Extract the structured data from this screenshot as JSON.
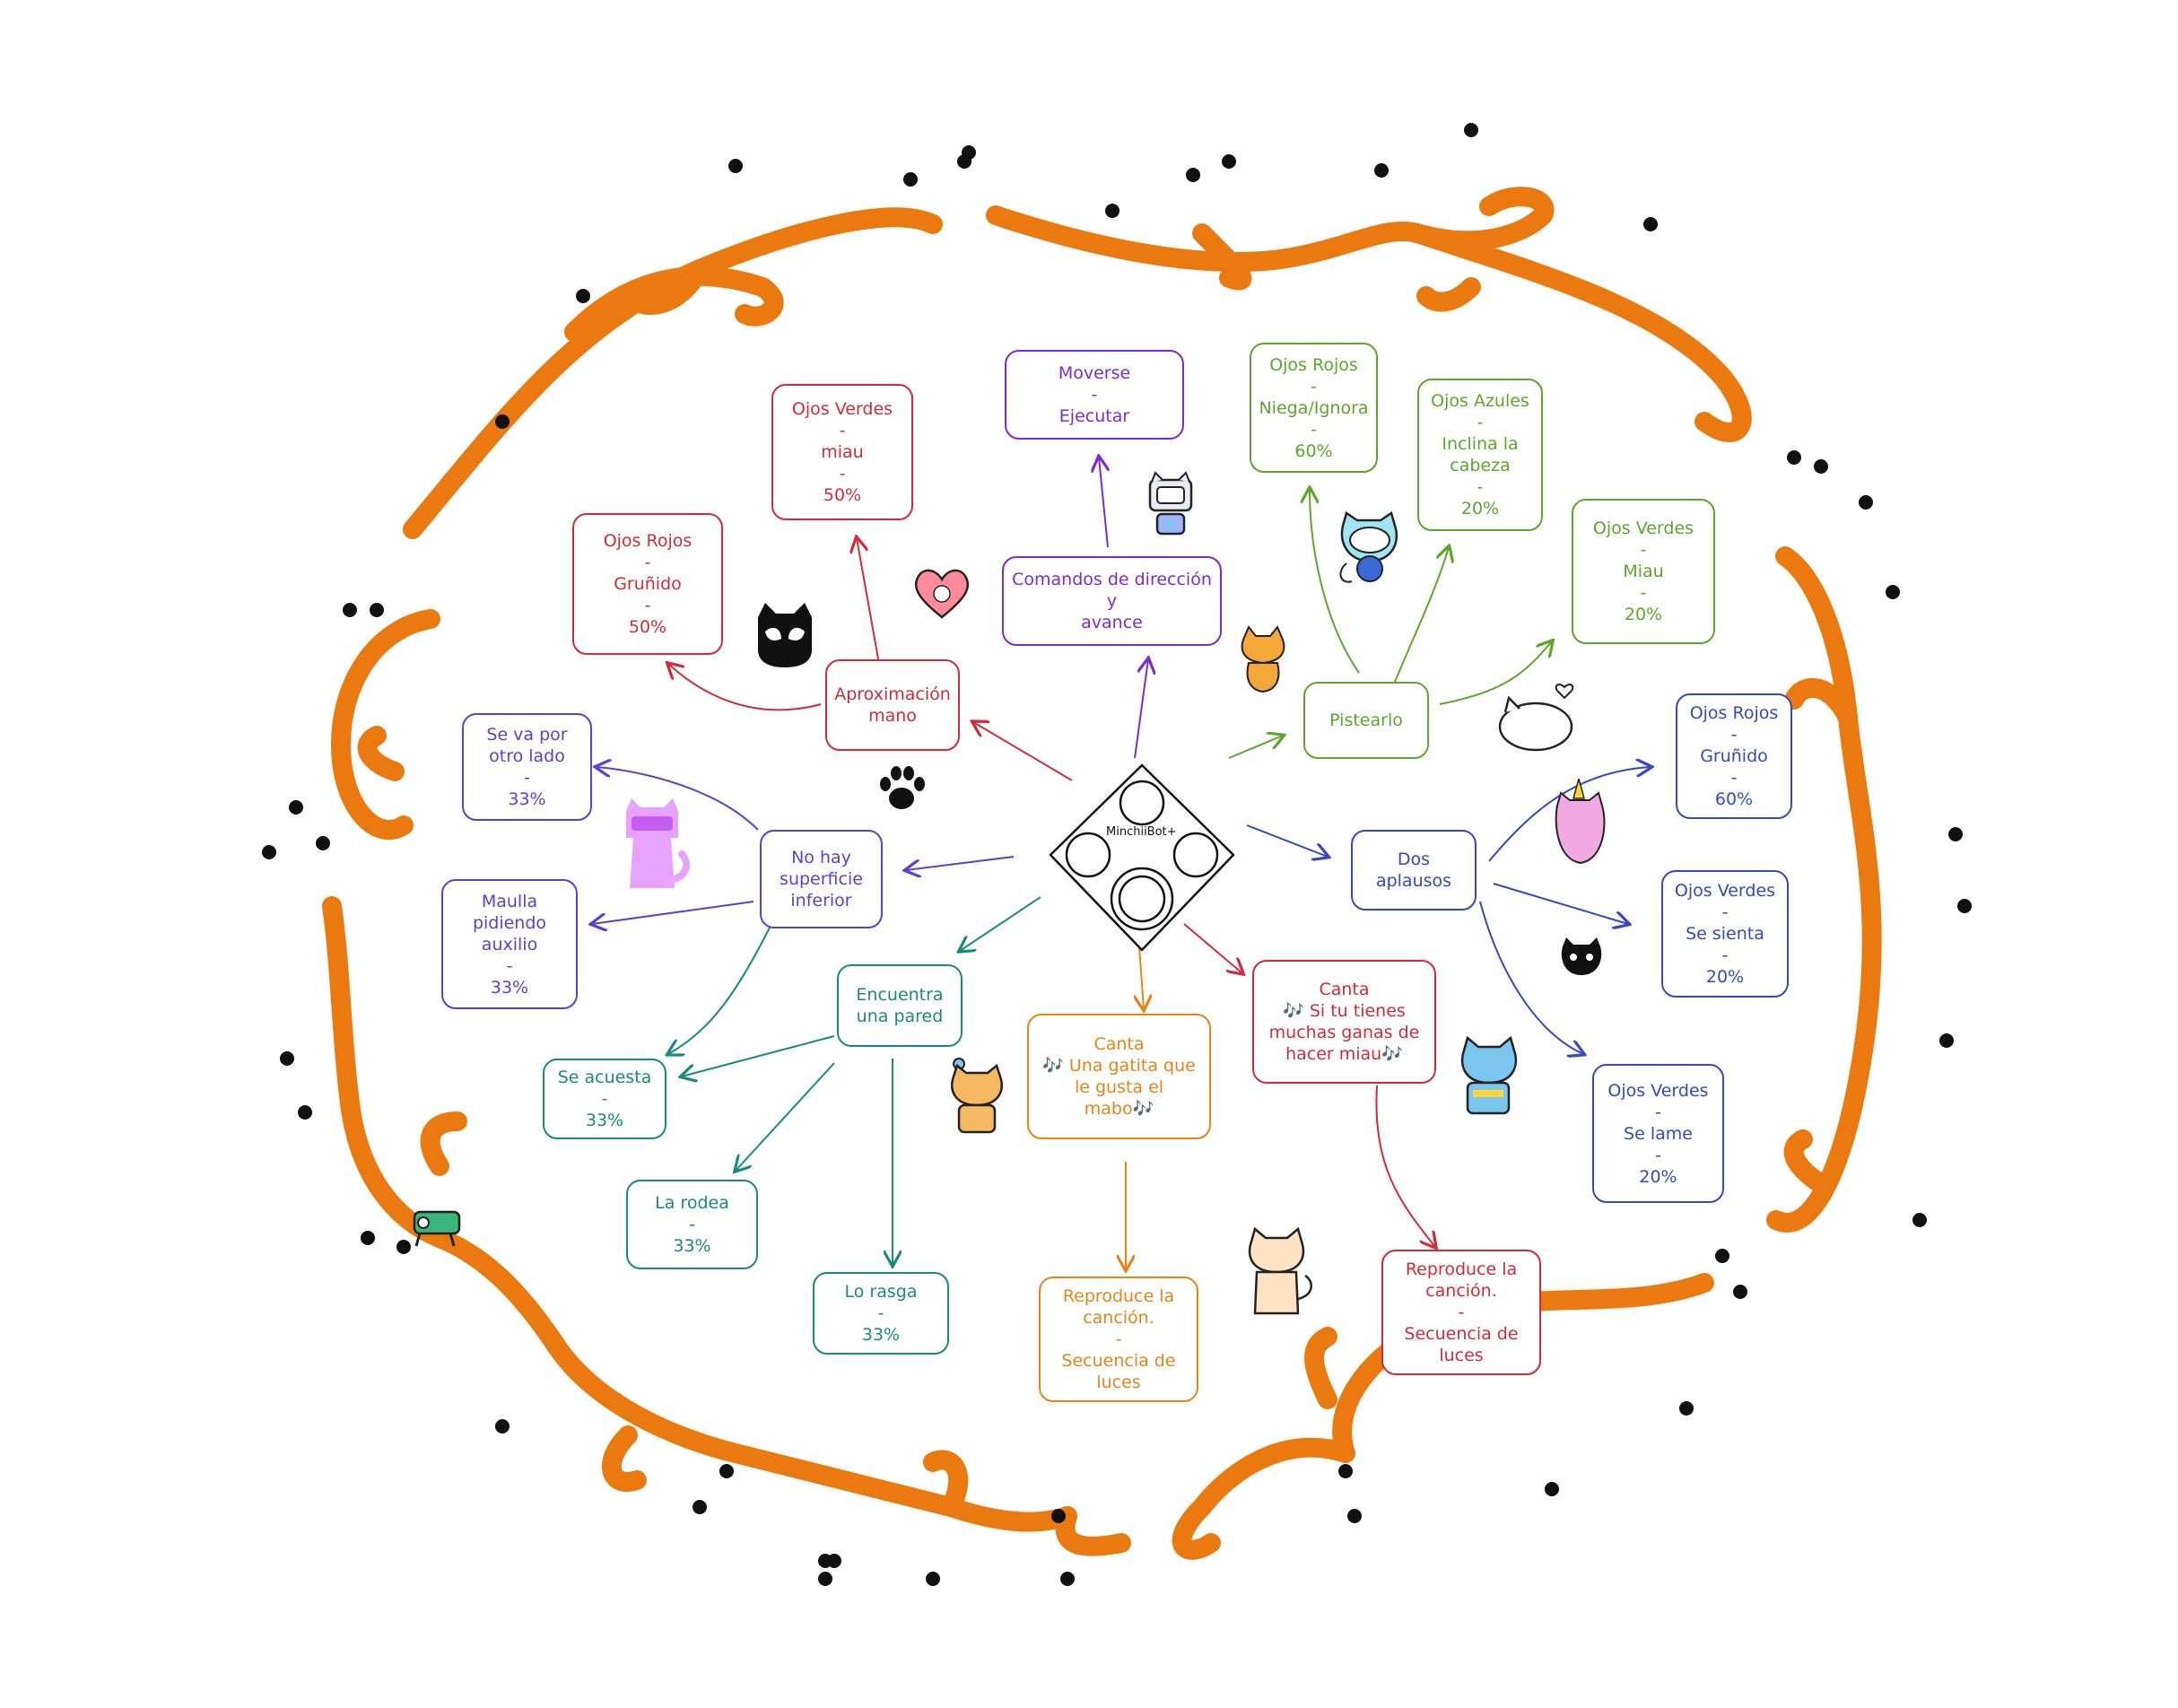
{
  "center": {
    "label": "MinchiiBot+"
  },
  "nodes": {
    "aproximacion": {
      "text": "Aproximación\nmano"
    },
    "verdes_miau": {
      "text": "Ojos Verdes\n-\nmiau\n-\n50%"
    },
    "rojos_grunido": {
      "text": "Ojos Rojos\n-\nGruñido\n-\n50%"
    },
    "comandos": {
      "text": "Comandos de dirección y\navance"
    },
    "moverse": {
      "text": "Moverse\n-\nEjecutar"
    },
    "pistearlo": {
      "text": "Pistearlo"
    },
    "rojos_niega": {
      "text": "Ojos Rojos\n-\nNiega/Ignora\n-\n60%"
    },
    "azules_inclina": {
      "text": "Ojos Azules\n-\nInclina la\ncabeza\n-\n20%"
    },
    "verdes_miau2": {
      "text": "Ojos Verdes\n-\nMiau\n-\n20%"
    },
    "no_superficie": {
      "text": "No hay\nsuperficie\ninferior"
    },
    "otro_lado": {
      "text": "Se va por\notro lado\n-\n33%"
    },
    "maulla": {
      "text": "Maulla\npidiendo\nauxilio\n-\n33%"
    },
    "dos_aplausos": {
      "text": "Dos\naplausos"
    },
    "rojos_grunido2": {
      "text": "Ojos Rojos\n-\nGruñido\n-\n60%"
    },
    "verdes_sienta": {
      "text": "Ojos Verdes\n-\nSe sienta\n-\n20%"
    },
    "verdes_lame": {
      "text": "Ojos Verdes\n-\nSe lame\n-\n20%"
    },
    "pared": {
      "text": "Encuentra\nuna pared"
    },
    "acuesta": {
      "text": "Se acuesta\n-\n33%"
    },
    "rodea": {
      "text": "La rodea\n-\n33%"
    },
    "rasga": {
      "text": "Lo rasga\n-\n33%"
    },
    "canta_gatita": {
      "text": "Canta\n🎶 Una gatita que\nle gusta el\nmabo🎶"
    },
    "reproduce1": {
      "text": "Reproduce la\ncanción.\n-\nSecuencia de\nluces"
    },
    "canta_si": {
      "text": "Canta\n🎶 Si tu tienes\nmuchas ganas de\nhacer miau🎶"
    },
    "reproduce2": {
      "text": "Reproduce la\ncanción.\n-\nSecuencia de\nluces"
    }
  },
  "colors": {
    "red": "#d12b3a",
    "purple": "#7a2bd1",
    "violet": "#5a3fd6",
    "green": "#5ea62a",
    "blue": "#3448c2",
    "teal": "#1a8a7a",
    "orange": "#e6841a",
    "border_ornament": "#ea7a10"
  },
  "icons": [
    "robot-cat-icon",
    "paw-heart-icon",
    "masked-cat-icon",
    "cat-emoji-icon",
    "robot-cat-blue-icon",
    "cat-heart-icon",
    "paw-print-icon",
    "robot-cat-pink-icon",
    "unicorn-cat-icon",
    "black-cat-face-icon",
    "singing-cat-icon",
    "gamer-cat-icon",
    "tiger-cat-icon",
    "dino-robot-icon"
  ]
}
